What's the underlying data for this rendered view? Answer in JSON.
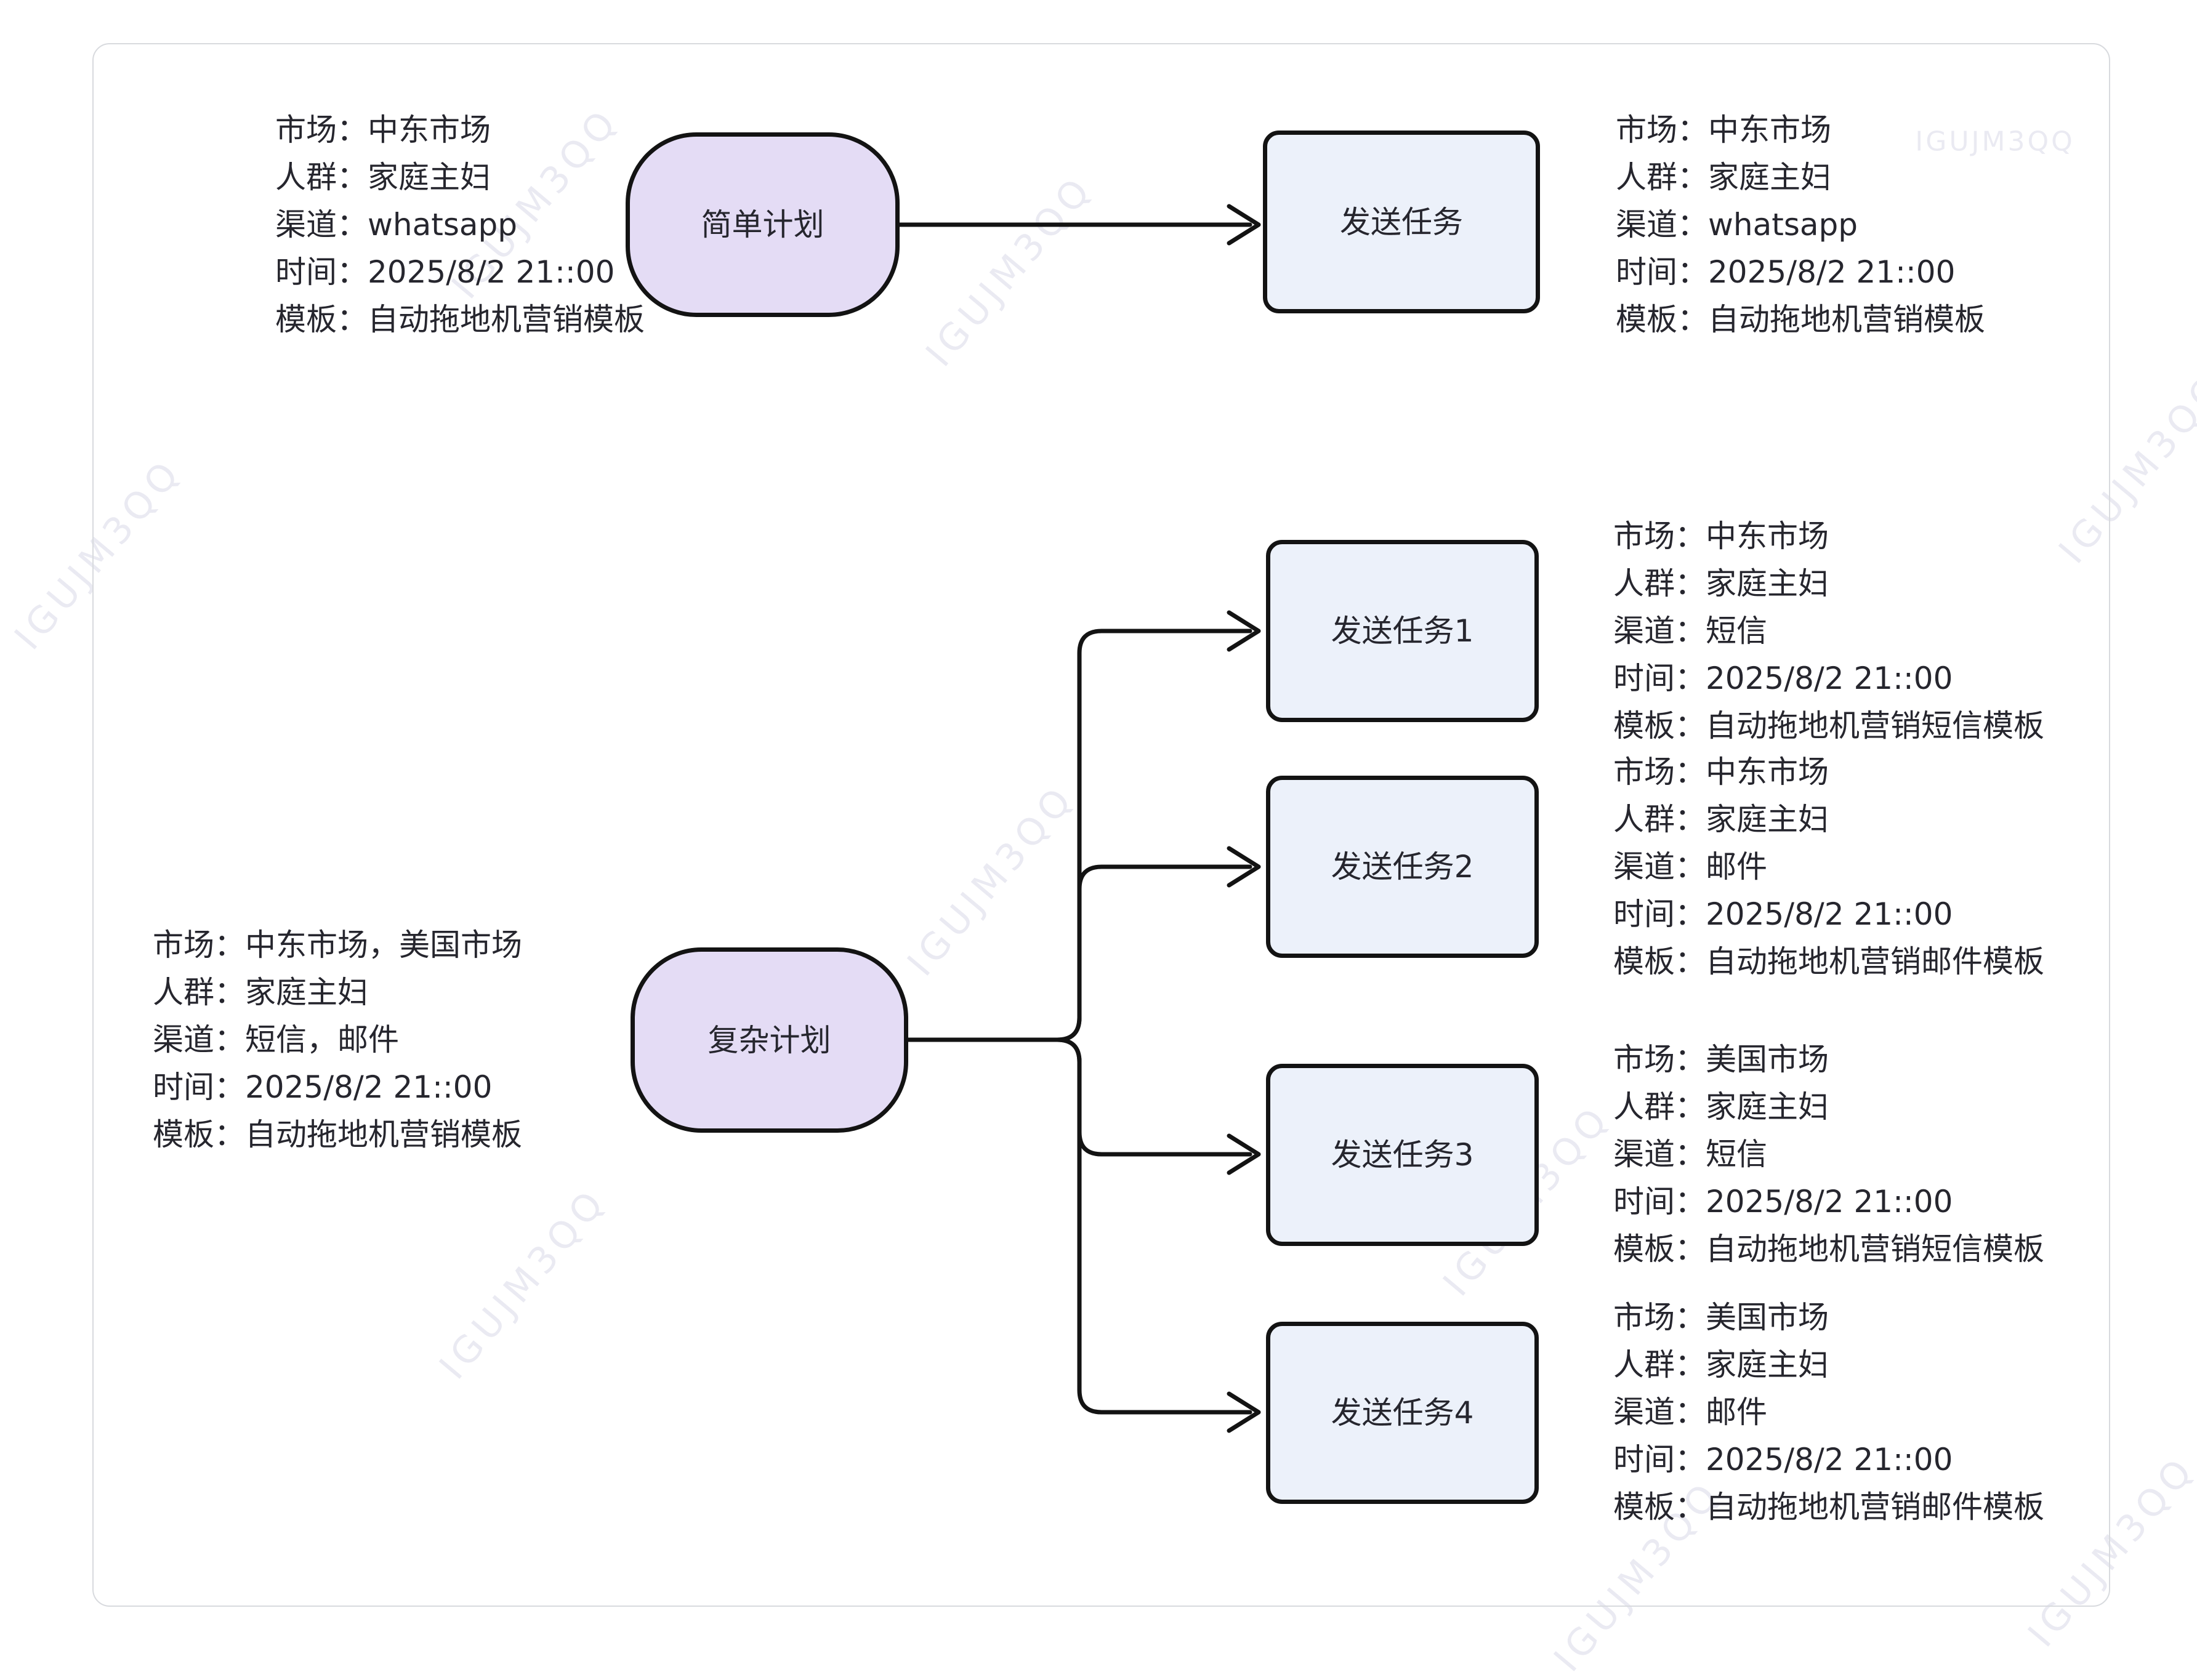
{
  "watermark": {
    "text": "IGUJM3QQ"
  },
  "colors": {
    "plan_fill": "#e4dcf5",
    "task_fill": "#ecf1fa",
    "stroke": "#131313",
    "text": "#26262e",
    "card_border": "#d8dade",
    "watermark": "#eaeaf2"
  },
  "simple_flow": {
    "plan": {
      "label": "简单计划"
    },
    "task": {
      "label": "发送任务"
    },
    "plan_annotation": {
      "lines": [
        "市场：中东市场",
        "人群：家庭主妇",
        "渠道：whatsapp",
        "时间：2025/8/2 21::00",
        "模板：自动拖地机营销模板"
      ]
    },
    "task_annotation": {
      "lines": [
        "市场：中东市场",
        "人群：家庭主妇",
        "渠道：whatsapp",
        "时间：2025/8/2 21::00",
        "模板：自动拖地机营销模板"
      ]
    }
  },
  "complex_flow": {
    "plan": {
      "label": "复杂计划"
    },
    "plan_annotation": {
      "lines": [
        "市场：中东市场，美国市场",
        "人群：家庭主妇",
        "渠道：短信，邮件",
        "时间：2025/8/2 21::00",
        "模板：自动拖地机营销模板"
      ]
    },
    "tasks": [
      {
        "label": "发送任务1",
        "annotation": [
          "市场：中东市场",
          "人群：家庭主妇",
          "渠道：短信",
          "时间：2025/8/2 21::00",
          "模板：自动拖地机营销短信模板"
        ]
      },
      {
        "label": "发送任务2",
        "annotation": [
          "市场：中东市场",
          "人群：家庭主妇",
          "渠道：邮件",
          "时间：2025/8/2 21::00",
          "模板：自动拖地机营销邮件模板"
        ]
      },
      {
        "label": "发送任务3",
        "annotation": [
          "市场：美国市场",
          "人群：家庭主妇",
          "渠道：短信",
          "时间：2025/8/2 21::00",
          "模板：自动拖地机营销短信模板"
        ]
      },
      {
        "label": "发送任务4",
        "annotation": [
          "市场：美国市场",
          "人群：家庭主妇",
          "渠道：邮件",
          "时间：2025/8/2 21::00",
          "模板：自动拖地机营销邮件模板"
        ]
      }
    ]
  }
}
